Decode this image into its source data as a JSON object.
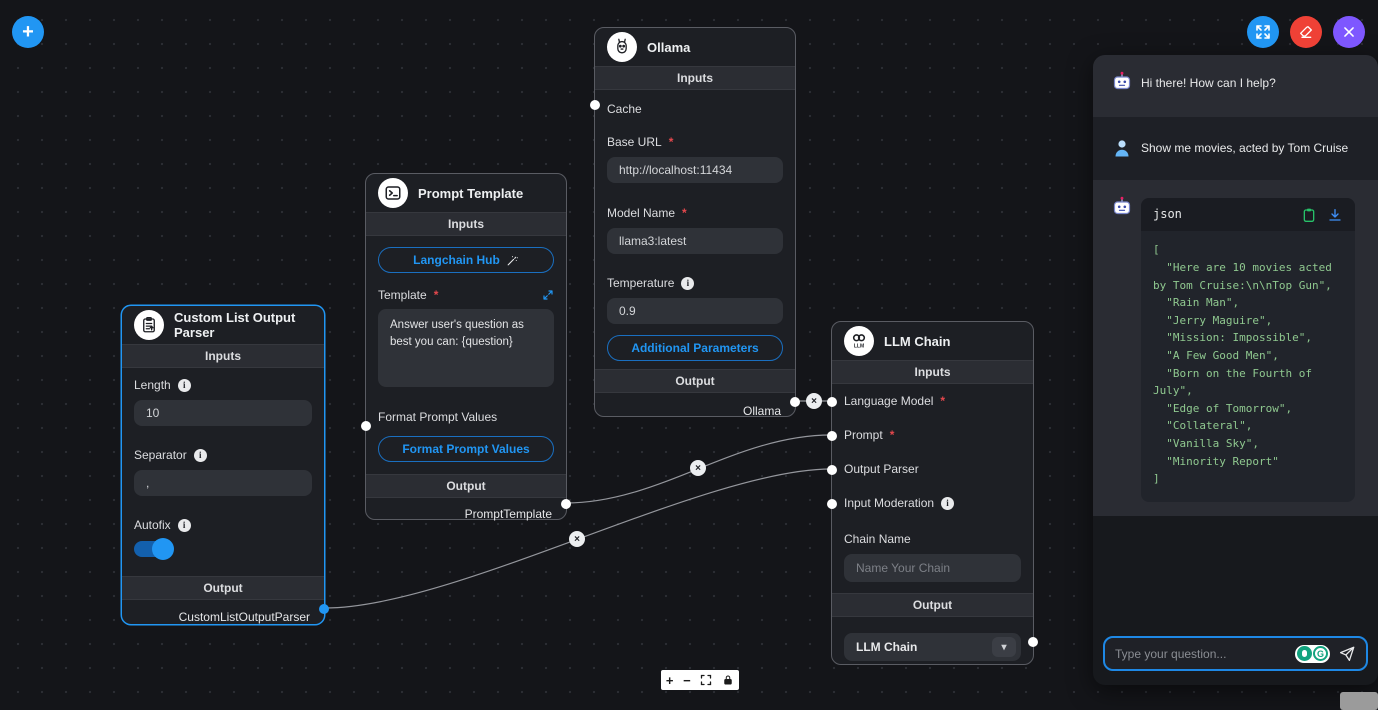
{
  "icons": {
    "required": "*",
    "info": "i",
    "close": "×",
    "plus": "+",
    "minus": "−",
    "chevron_down": "▾",
    "g_badge": "G"
  },
  "nodes": {
    "custom_list": {
      "title": "Custom List Output Parser",
      "inputs": "Inputs",
      "output": "Output",
      "length_label": "Length",
      "length_value": "10",
      "separator_label": "Separator",
      "separator_value": ",",
      "autofix_label": "Autofix",
      "output_label": "CustomListOutputParser"
    },
    "prompt_template": {
      "title": "Prompt Template",
      "inputs": "Inputs",
      "output": "Output",
      "hub_button": "Langchain Hub",
      "template_label": "Template",
      "template_value": "Answer user's question as best you can: {question}",
      "format_label": "Format Prompt Values",
      "format_button": "Format Prompt Values",
      "output_label": "PromptTemplate"
    },
    "ollama": {
      "title": "Ollama",
      "inputs": "Inputs",
      "output": "Output",
      "cache_label": "Cache",
      "base_url_label": "Base URL",
      "base_url_value": "http://localhost:11434",
      "model_label": "Model Name",
      "model_value": "llama3:latest",
      "temperature_label": "Temperature",
      "temperature_value": "0.9",
      "additional_params": "Additional Parameters",
      "output_label": "Ollama"
    },
    "llm_chain": {
      "title": "LLM Chain",
      "icon_text": "LLM",
      "inputs": "Inputs",
      "output": "Output",
      "language_model_label": "Language Model",
      "prompt_label": "Prompt",
      "output_parser_label": "Output Parser",
      "input_moderation_label": "Input Moderation",
      "chain_name_label": "Chain Name",
      "chain_name_placeholder": "Name Your Chain",
      "output_value": "LLM Chain"
    }
  },
  "chat": {
    "bot_greeting": "Hi there! How can I help?",
    "user_message": "Show me movies, acted by Tom Cruise",
    "code_lang": "json",
    "code": "[\n  \"Here are 10 movies acted by Tom Cruise:\\n\\nTop Gun\",\n  \"Rain Man\",\n  \"Jerry Maguire\",\n  \"Mission: Impossible\",\n  \"A Few Good Men\",\n  \"Born on the Fourth of July\",\n  \"Edge of Tomorrow\",\n  \"Collateral\",\n  \"Vanilla Sky\",\n  \"Minority Report\"\n]",
    "input_placeholder": "Type your question..."
  }
}
